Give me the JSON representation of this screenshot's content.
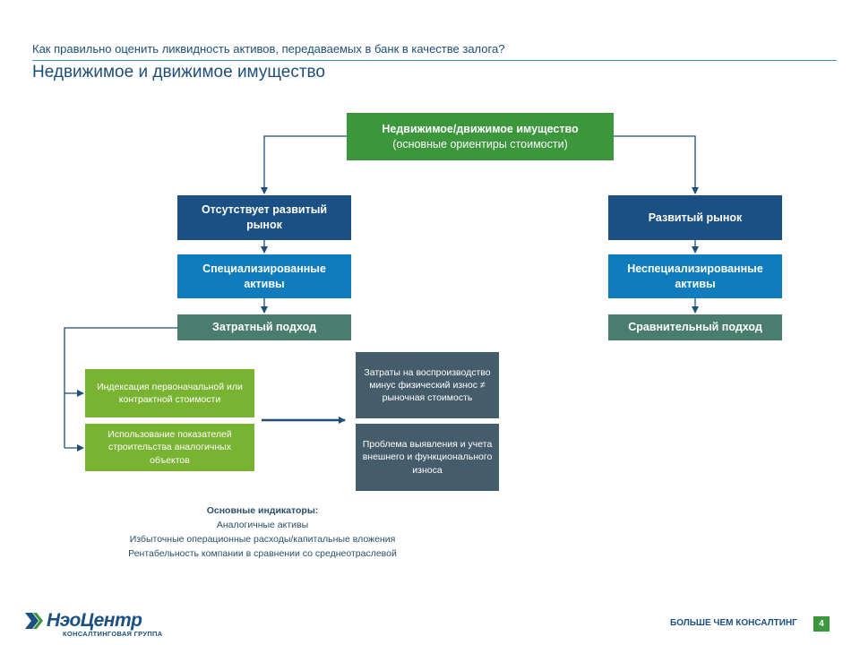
{
  "header": {
    "subtitle": "Как правильно оценить ликвидность активов, передаваемых в банк в качестве залога?",
    "title": "Недвижимое и движимое имущество"
  },
  "diagram": {
    "root": {
      "line1": "Недвижимое/движимое имущество",
      "line2": "(основные ориентиры стоимости)"
    },
    "left": {
      "market": "Отсутствует развитый рынок",
      "assets": "Специализированные активы",
      "approach": "Затратный подход"
    },
    "right": {
      "market": "Развитый рынок",
      "assets": "Неспециализированные активы",
      "approach": "Сравнительный подход"
    },
    "methods": {
      "indexation": "Индексация первоначальной или контрактной стоимости",
      "analogs": "Использование показателей строительства аналогичных объектов"
    },
    "conclusions": {
      "reproduction": "Затраты на воспроизводство минус физический износ ≠ рыночная стоимость",
      "wear": "Проблема выявления и учета внешнего и функционального износа"
    }
  },
  "indicators": {
    "heading": "Основные индикаторы:",
    "items": [
      "Аналогичные активы",
      "Избыточные операционные расходы/капитальные вложения",
      "Рентабельность компании в сравнении со среднеотраслевой"
    ]
  },
  "footer": {
    "logo_name": "НэоЦентр",
    "logo_tagline": "КОНСАЛТИНГОВАЯ ГРУППА",
    "slogan": "БОЛЬШЕ ЧЕМ КОНСАЛТИНГ",
    "page_number": "4"
  },
  "colors": {
    "root": "#3c963c",
    "market": "#1a5083",
    "assets": "#0f7cbd",
    "approach": "#4b7d6e",
    "methods": "#78b432",
    "conclusions": "#455c6b",
    "connector": "#1f4e79"
  }
}
